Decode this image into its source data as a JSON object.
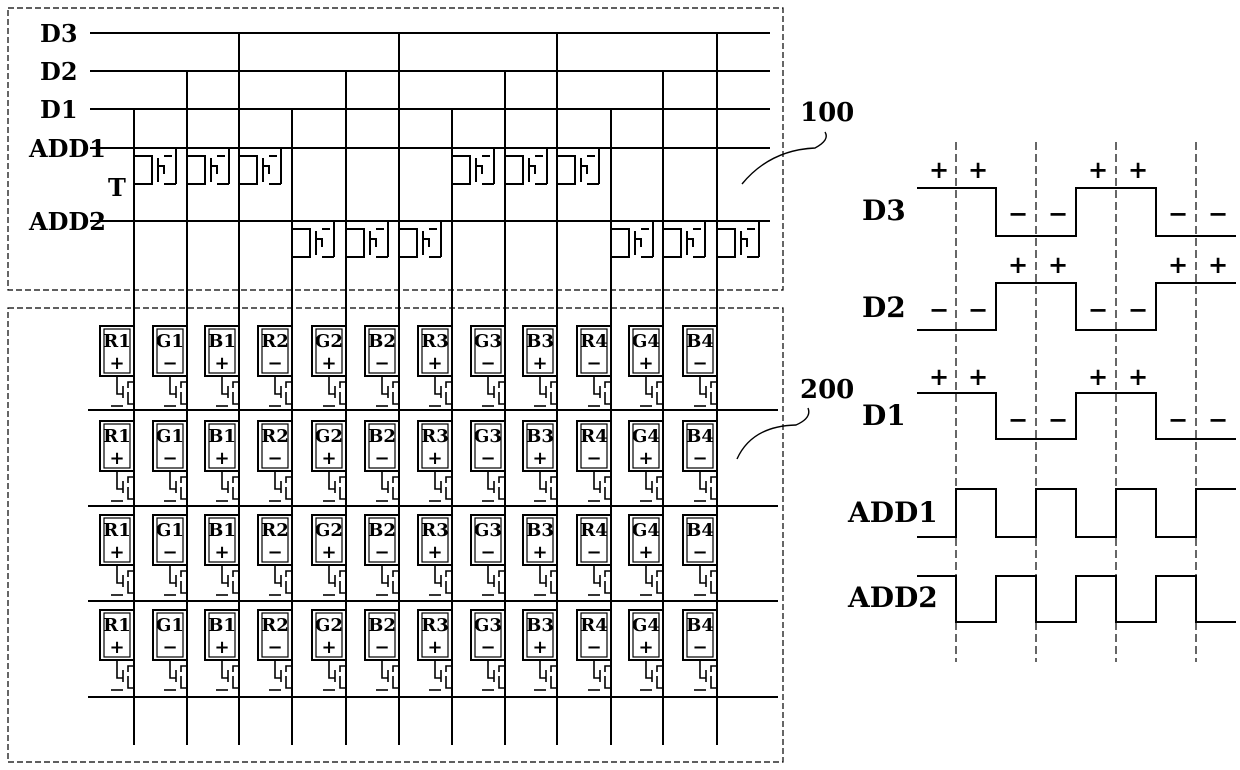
{
  "driver_block": {
    "ref": "100",
    "lines": [
      "D3",
      "D2",
      "D1",
      "ADD1",
      "ADD2"
    ],
    "transistor_label": "T"
  },
  "pixel_block": {
    "ref": "200",
    "rows": [
      {
        "cells": [
          [
            "R1",
            "+"
          ],
          [
            "G1",
            "−"
          ],
          [
            "B1",
            "+"
          ],
          [
            "R2",
            "−"
          ],
          [
            "G2",
            "+"
          ],
          [
            "B2",
            "−"
          ],
          [
            "R3",
            "+"
          ],
          [
            "G3",
            "−"
          ],
          [
            "B3",
            "+"
          ],
          [
            "R4",
            "−"
          ],
          [
            "G4",
            "+"
          ],
          [
            "B4",
            "−"
          ]
        ]
      },
      {
        "cells": [
          [
            "R1",
            "+"
          ],
          [
            "G1",
            "−"
          ],
          [
            "B1",
            "+"
          ],
          [
            "R2",
            "−"
          ],
          [
            "G2",
            "+"
          ],
          [
            "B2",
            "−"
          ],
          [
            "R3",
            "+"
          ],
          [
            "G3",
            "−"
          ],
          [
            "B3",
            "+"
          ],
          [
            "R4",
            "−"
          ],
          [
            "G4",
            "+"
          ],
          [
            "B4",
            "−"
          ]
        ]
      },
      {
        "cells": [
          [
            "R1",
            "+"
          ],
          [
            "G1",
            "−"
          ],
          [
            "B1",
            "+"
          ],
          [
            "R2",
            "−"
          ],
          [
            "G2",
            "+"
          ],
          [
            "B2",
            "−"
          ],
          [
            "R3",
            "+"
          ],
          [
            "G3",
            "−"
          ],
          [
            "B3",
            "+"
          ],
          [
            "R4",
            "−"
          ],
          [
            "G4",
            "+"
          ],
          [
            "B4",
            "−"
          ]
        ]
      },
      {
        "cells": [
          [
            "R1",
            "+"
          ],
          [
            "G1",
            "−"
          ],
          [
            "B1",
            "+"
          ],
          [
            "R2",
            "−"
          ],
          [
            "G2",
            "+"
          ],
          [
            "B2",
            "−"
          ],
          [
            "R3",
            "+"
          ],
          [
            "G3",
            "−"
          ],
          [
            "B3",
            "+"
          ],
          [
            "R4",
            "−"
          ],
          [
            "G4",
            "+"
          ],
          [
            "B4",
            "−"
          ]
        ]
      }
    ]
  },
  "timing": {
    "signals": [
      {
        "name": "D3",
        "levels": [
          1,
          1,
          0,
          0,
          1,
          1,
          0,
          0
        ],
        "marks": [
          "+",
          "+",
          "−",
          "−",
          "+",
          "+",
          "−",
          "−"
        ]
      },
      {
        "name": "D2",
        "levels": [
          0,
          0,
          1,
          1,
          0,
          0,
          1,
          1
        ],
        "marks": [
          "−",
          "−",
          "+",
          "+",
          "−",
          "−",
          "+",
          "+"
        ]
      },
      {
        "name": "D1",
        "levels": [
          1,
          1,
          0,
          0,
          1,
          1,
          0,
          0
        ],
        "marks": [
          "+",
          "+",
          "−",
          "−",
          "+",
          "+",
          "−",
          "−"
        ]
      },
      {
        "name": "ADD1",
        "levels": [
          0,
          1,
          0,
          1,
          0,
          1,
          0,
          1
        ],
        "marks": []
      },
      {
        "name": "ADD2",
        "levels": [
          1,
          0,
          1,
          0,
          1,
          0,
          1,
          0
        ],
        "marks": []
      }
    ]
  }
}
